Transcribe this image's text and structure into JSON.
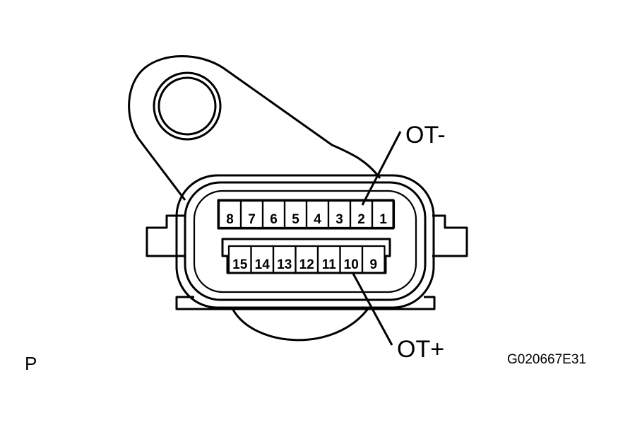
{
  "connector": {
    "top_row_pins": [
      "8",
      "7",
      "6",
      "5",
      "4",
      "3",
      "2",
      "1"
    ],
    "bottom_row_pins": [
      "15",
      "14",
      "13",
      "12",
      "11",
      "10",
      "9"
    ]
  },
  "callouts": {
    "ot_minus": "OT-",
    "ot_plus": "OT+"
  },
  "corner_label": "P",
  "figure_code": "G020667E31"
}
